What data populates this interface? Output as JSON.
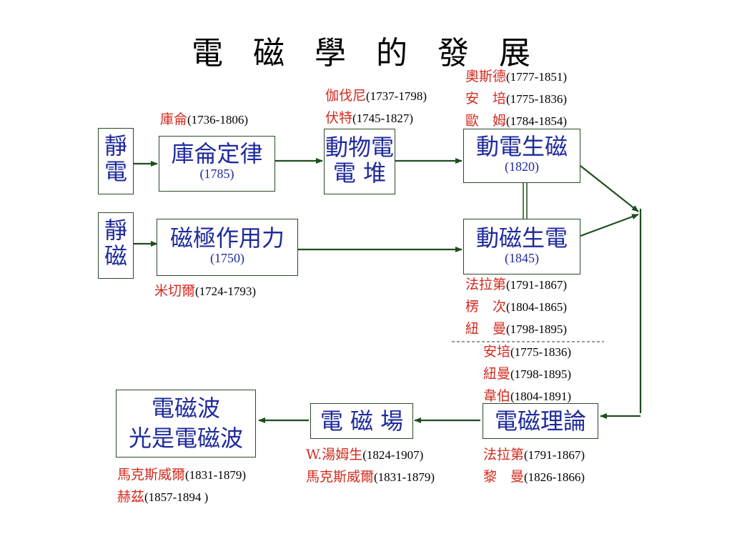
{
  "title": "電 磁 學 的 發 展",
  "boxes": {
    "static_electric": "靜\n電",
    "static_magnetic": "靜\n磁",
    "coulomb_law": {
      "label": "庫侖定律",
      "year": "(1785)"
    },
    "animal_electric": {
      "line1": "動物電",
      "line2": "電 堆"
    },
    "electromagnetism": {
      "label": "動電生磁",
      "year": "(1820)"
    },
    "magnetic_pole": {
      "label": "磁極作用力",
      "year": "(1750)"
    },
    "induction": {
      "label": "動磁生電",
      "year": "(1845)"
    },
    "em_theory": {
      "label": "電磁理論"
    },
    "em_field": {
      "label": "電 磁 場"
    },
    "em_wave": {
      "line1": "電磁波",
      "line2": "光是電磁波"
    }
  },
  "annotations": {
    "coulomb": {
      "name": "庫侖",
      "years": "(1736-1806)"
    },
    "animal": [
      {
        "name": "伽伐尼",
        "years": "(1737-1798)"
      },
      {
        "name": "伏特",
        "years": "(1745-1827)"
      }
    ],
    "electromag": [
      {
        "name": "奧斯德",
        "years": "(1777-1851)"
      },
      {
        "name": "安　培",
        "years": "(1775-1836)"
      },
      {
        "name": "歐　姆",
        "years": "(1784-1854)"
      }
    ],
    "mitchell": {
      "name": "米切爾",
      "years": "(1724-1793)"
    },
    "induction": [
      {
        "name": "法拉第",
        "years": "(1791-1867)"
      },
      {
        "name": "楞　次",
        "years": "(1804-1865)"
      },
      {
        "name": "紐　曼",
        "years": "(1798-1895)"
      }
    ],
    "theory_pre": [
      {
        "name": "安培",
        "years": "(1775-1836)"
      },
      {
        "name": "紐曼",
        "years": "(1798-1895)"
      },
      {
        "name": "韋伯",
        "years": "(1804-1891)"
      }
    ],
    "theory_post": [
      {
        "name": "法拉第",
        "years": "(1791-1867)"
      },
      {
        "name": "黎　曼",
        "years": "(1826-1866)"
      }
    ],
    "field": [
      {
        "name": "W.湯姆生",
        "years": "(1824-1907)"
      },
      {
        "name": "馬克斯威爾",
        "years": "(1831-1879)"
      }
    ],
    "wave": [
      {
        "name": "馬克斯威爾",
        "years": "(1831-1879)"
      },
      {
        "name": "赫茲",
        "years": "(1857-1894 )"
      }
    ]
  }
}
